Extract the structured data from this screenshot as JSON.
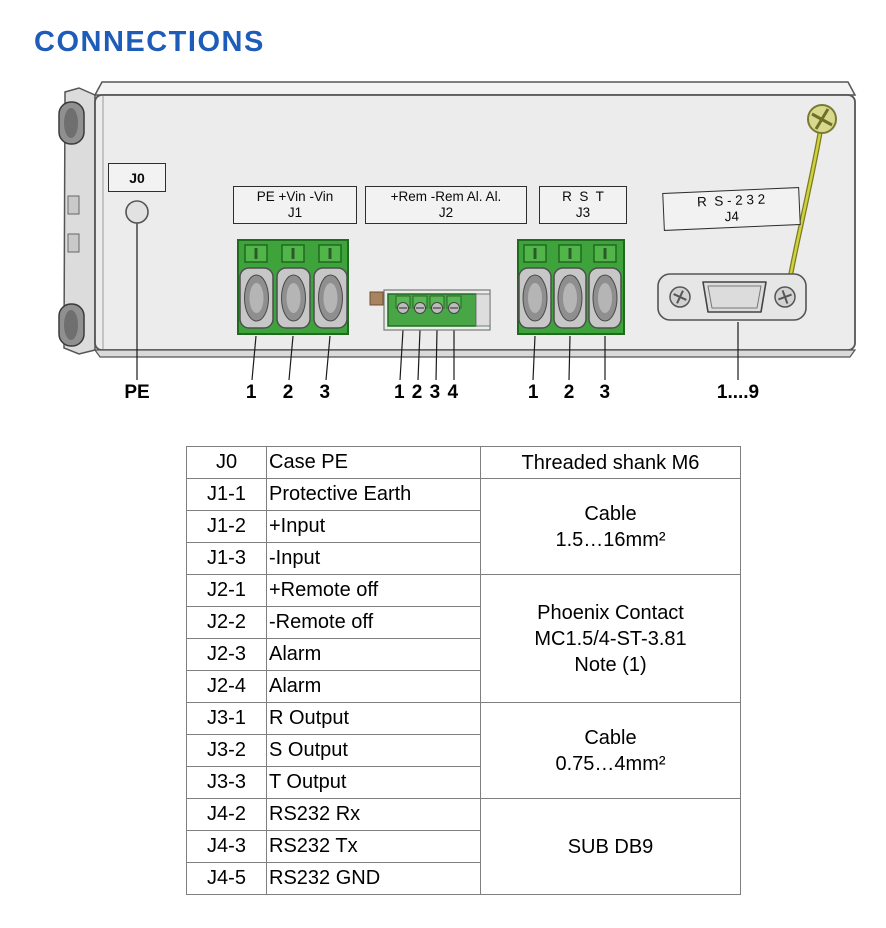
{
  "page": {
    "title": "CONNECTIONS"
  },
  "colors": {
    "title_blue": "#1d5cb8",
    "terminal_green": "#3fa33c",
    "ground_wire_yellow": "#cfd23e",
    "panel_gray": "#ececec"
  },
  "diagram": {
    "connector_labels": {
      "j0": "J0",
      "j1_line1": "PE +Vin -Vin",
      "j1_line2": "J1",
      "j2_line1": "+Rem -Rem Al. Al.",
      "j2_line2": "J2",
      "j3_line1": "R  S  T",
      "j3_line2": "J3",
      "j4_line1": "R  S - 2 3 2",
      "j4_line2": "J4"
    },
    "pin_labels": {
      "pe": "PE",
      "j1": "1 2 3",
      "j2": "1 2 3 4",
      "j3": "1 2 3",
      "j4": "1....9"
    }
  },
  "table": {
    "rows": [
      {
        "pin": "J0",
        "desc": "Case PE"
      },
      {
        "pin": "J1-1",
        "desc": "Protective Earth"
      },
      {
        "pin": "J1-2",
        "desc": "+Input"
      },
      {
        "pin": "J1-3",
        "desc": "-Input"
      },
      {
        "pin": "J2-1",
        "desc": "+Remote off"
      },
      {
        "pin": "J2-2",
        "desc": "-Remote off"
      },
      {
        "pin": "J2-3",
        "desc": "Alarm"
      },
      {
        "pin": "J2-4",
        "desc": "Alarm"
      },
      {
        "pin": "J3-1",
        "desc": "R Output"
      },
      {
        "pin": "J3-2",
        "desc": "S Output"
      },
      {
        "pin": "J3-3",
        "desc": "T Output"
      },
      {
        "pin": "J4-2",
        "desc": "RS232 Rx"
      },
      {
        "pin": "J4-3",
        "desc": "RS232 Tx"
      },
      {
        "pin": "J4-5",
        "desc": "RS232 GND"
      }
    ],
    "notes": [
      "Threaded shank M6",
      "Cable\n1.5…16mm²",
      "Phoenix Contact\nMC1.5/4-ST-3.81\nNote (1)",
      "Cable\n0.75…4mm²",
      "SUB DB9"
    ]
  }
}
